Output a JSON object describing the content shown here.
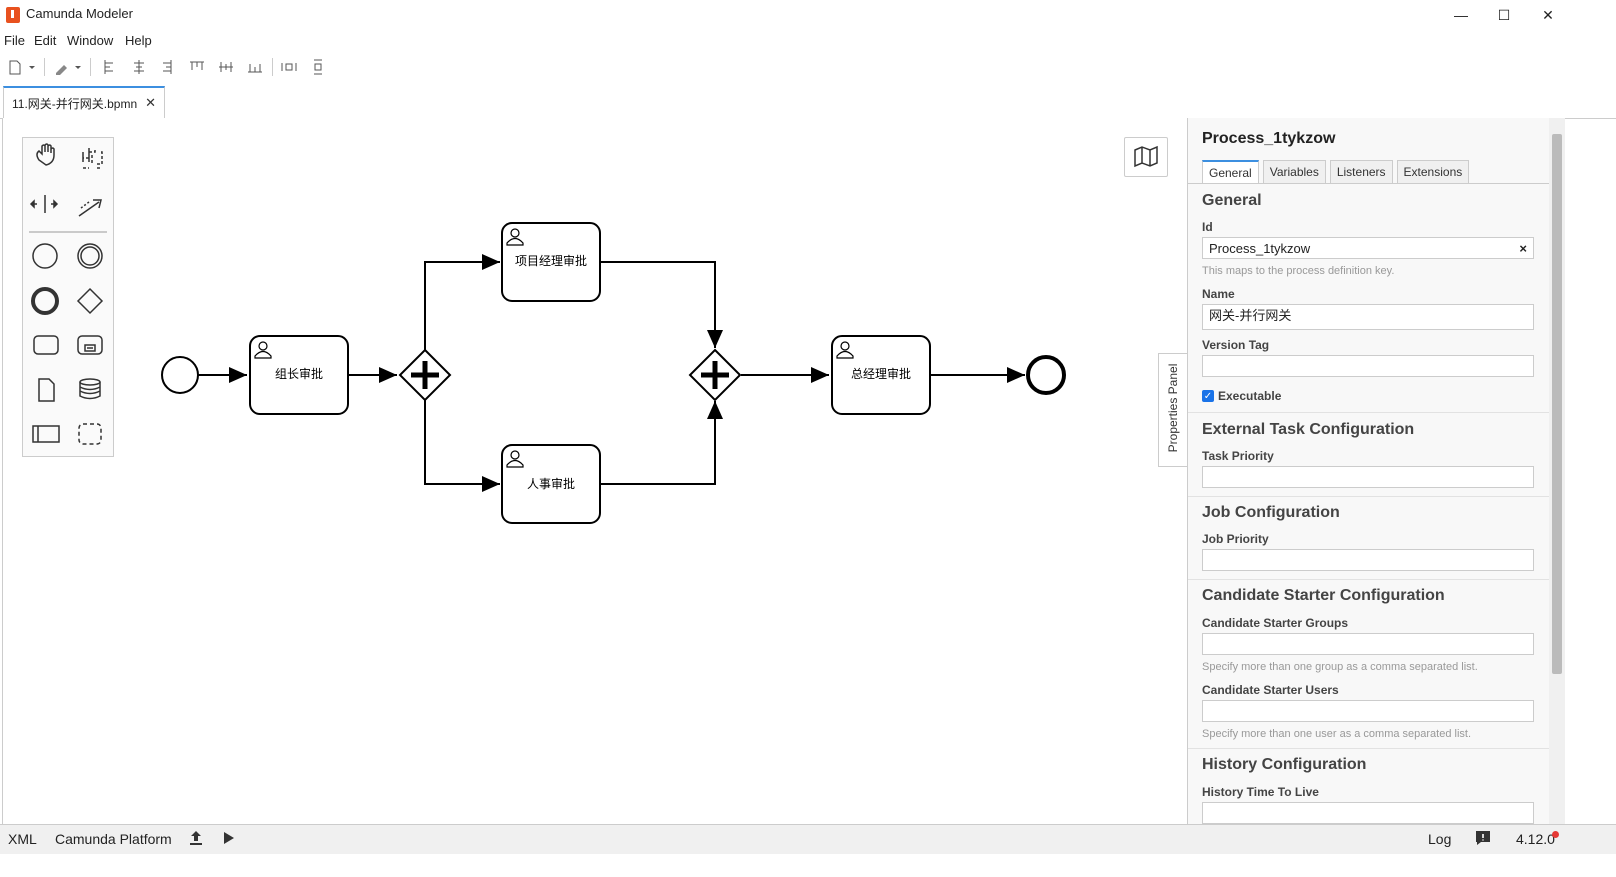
{
  "window": {
    "title": "Camunda Modeler",
    "minimize": "—",
    "maximize": "☐",
    "close": "✕"
  },
  "menu": [
    "File",
    "Edit",
    "Window",
    "Help"
  ],
  "tab": {
    "label": "11.网关-并行网关.bpmn",
    "close": "✕"
  },
  "diagram": {
    "tasks": {
      "group_leader": "组长审批",
      "project_manager": "项目经理审批",
      "hr": "人事审批",
      "general_manager": "总经理审批"
    }
  },
  "properties_toggle": "Properties Panel",
  "properties": {
    "title": "Process_1tykzow",
    "tabs": [
      "General",
      "Variables",
      "Listeners",
      "Extensions"
    ],
    "general": {
      "title": "General",
      "id_label": "Id",
      "id_value": "Process_1tykzow",
      "id_clear": "×",
      "id_hint": "This maps to the process definition key.",
      "name_label": "Name",
      "name_value": "网关-并行网关",
      "version_label": "Version Tag",
      "version_value": "",
      "executable_label": "Executable"
    },
    "external_task": {
      "title": "External Task Configuration",
      "priority_label": "Task Priority"
    },
    "job": {
      "title": "Job Configuration",
      "priority_label": "Job Priority"
    },
    "candidate": {
      "title": "Candidate Starter Configuration",
      "groups_label": "Candidate Starter Groups",
      "groups_hint": "Specify more than one group as a comma separated list.",
      "users_label": "Candidate Starter Users",
      "users_hint": "Specify more than one user as a comma separated list."
    },
    "history": {
      "title": "History Configuration",
      "ttl_label": "History Time To Live"
    }
  },
  "status": {
    "xml": "XML",
    "platform": "Camunda Platform",
    "log": "Log",
    "version": "4.12.0"
  },
  "colors": {
    "accent": "#3c8fe0",
    "notification": "#e53935"
  }
}
